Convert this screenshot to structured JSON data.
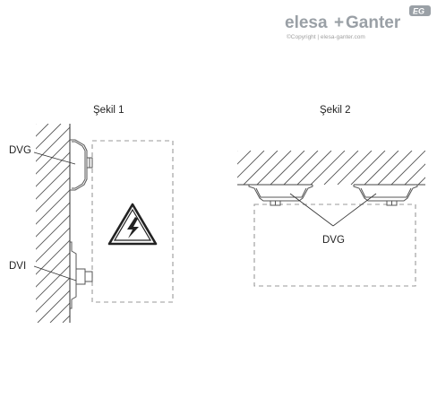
{
  "logo": {
    "brand_left": "elesa",
    "plus": "+",
    "brand_right": "Ganter",
    "badge": "EG",
    "copyright": "©Copyright | elesa-ganter.com"
  },
  "figure1": {
    "title": "Şekil 1",
    "label_top": "DVG",
    "label_bottom": "DVI"
  },
  "figure2": {
    "title": "Şekil 2",
    "label": "DVG"
  },
  "colors": {
    "line": "#555555",
    "dash": "#999999",
    "logo_gray": "#9aa0a6"
  },
  "icons": [
    "high-voltage-warning-icon"
  ]
}
